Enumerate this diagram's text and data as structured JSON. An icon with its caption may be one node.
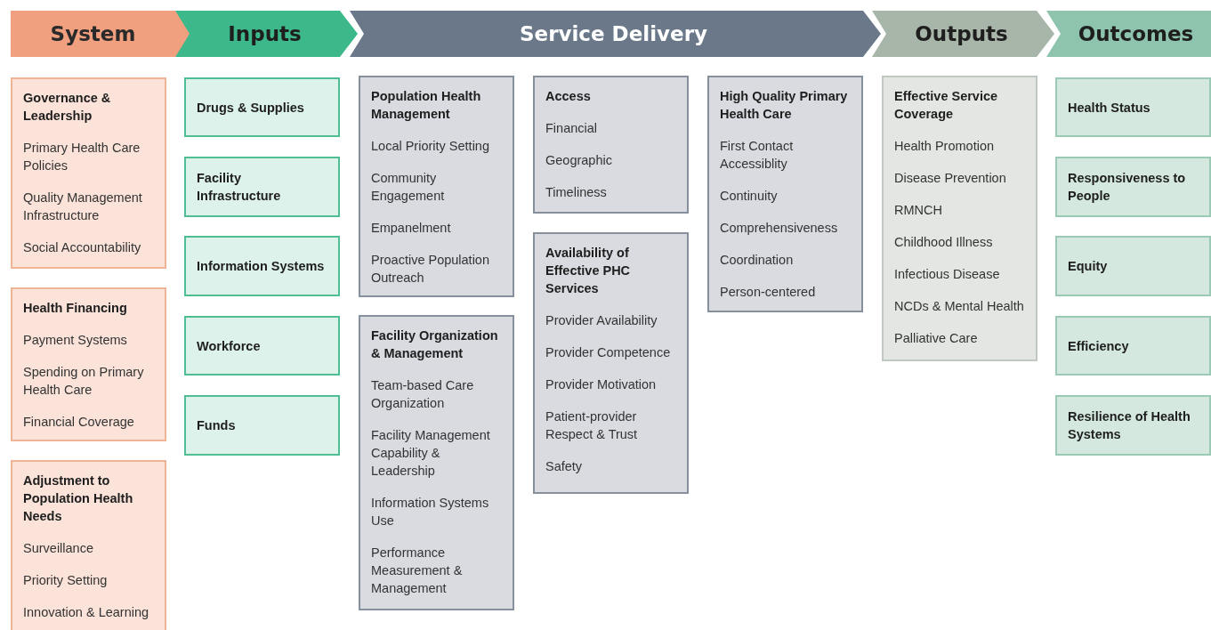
{
  "diagram": {
    "nodes": [
      {
        "text": [
          "System"
        ]
      },
      {
        "text": [
          "Inputs"
        ]
      },
      {
        "text": [
          "Service Delivery"
        ]
      },
      {
        "text": [
          "Outputs"
        ]
      },
      {
        "text": [
          "Outcomes"
        ]
      },
      {
        "text": [
          "Governance & Leadership",
          "Primary Health Care Policies",
          "Quality Management Infrastructure",
          "Social Accountability"
        ]
      },
      {
        "text": [
          "Health Financing",
          "Payment Systems",
          "Spending on Primary Health Care",
          "Financial Coverage"
        ]
      },
      {
        "text": [
          "Adjustment to Population Health Needs",
          "Surveillance",
          "Priority Setting",
          "Innovation & Learning"
        ]
      },
      {
        "text": [
          "Drugs & Supplies"
        ]
      },
      {
        "text": [
          "Facility Infrastructure"
        ]
      },
      {
        "text": [
          "Information Systems"
        ]
      },
      {
        "text": [
          "Workforce"
        ]
      },
      {
        "text": [
          "Funds"
        ]
      },
      {
        "text": [
          "Population Health Management",
          "Local Priority Setting",
          "Community Engagement",
          "Empanelment",
          "Proactive Population Outreach"
        ]
      },
      {
        "text": [
          "Facility Organization & Management",
          "Team-based Care Organization",
          "Facility Management Capability & Leadership",
          "Information Systems Use",
          "Performance Measurement & Management"
        ]
      },
      {
        "text": [
          "Access",
          "Financial",
          "Geographic",
          "Timeliness"
        ]
      },
      {
        "text": [
          "Availability of Effective PHC Services",
          "Provider Availability",
          "Provider Competence",
          "Provider Motivation",
          "Patient-provider Respect & Trust",
          "Safety"
        ]
      },
      {
        "text": [
          "High Quality Primary Health Care",
          "First Contact Accessiblity",
          "Continuity",
          "Comprehensiveness",
          "Coordination",
          "Person-centered"
        ]
      },
      {
        "text": [
          "Effective Service Coverage",
          "Health Promotion",
          "Disease Prevention",
          "RMNCH",
          "Childhood Illness",
          "Infectious Disease",
          "NCDs & Mental Health",
          "Palliative Care"
        ]
      },
      {
        "text": [
          "Health Status"
        ]
      },
      {
        "text": [
          "Responsiveness to People"
        ]
      },
      {
        "text": [
          "Equity"
        ]
      },
      {
        "text": [
          "Efficiency"
        ]
      },
      {
        "text": [
          "Resilience of Health Systems"
        ]
      }
    ]
  }
}
